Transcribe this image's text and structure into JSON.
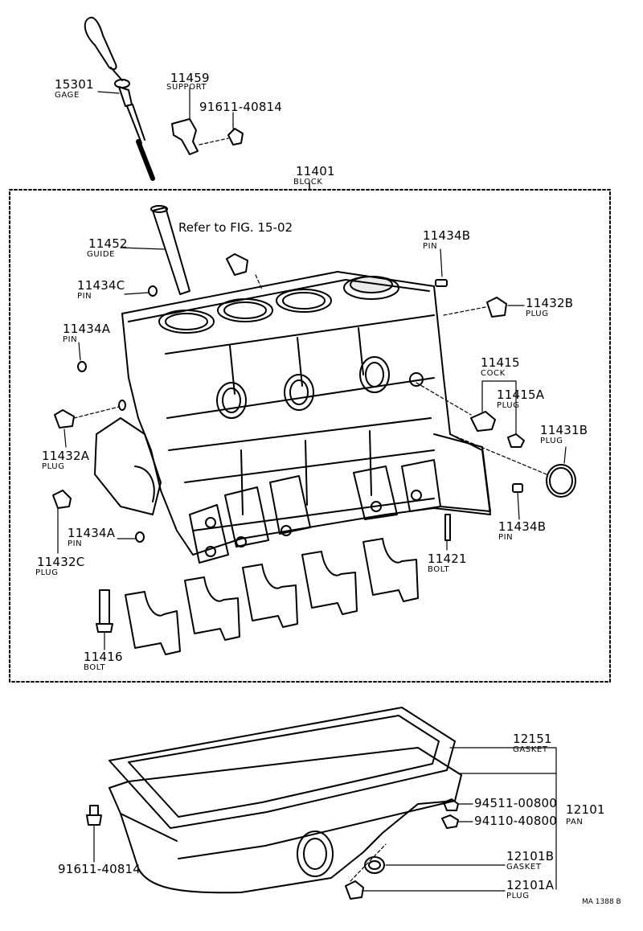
{
  "diagram": {
    "refer_note": "Refer to FIG. 15-02",
    "drawing_code": "MA 1388 B",
    "parts": {
      "gage": {
        "number": "15301",
        "name": "GAGE"
      },
      "support": {
        "number": "11459",
        "name": "SUPPORT"
      },
      "support_bolt": {
        "number": "91611-40814"
      },
      "block": {
        "number": "11401",
        "name": "BLOCK"
      },
      "guide": {
        "number": "11452",
        "name": "GUIDE"
      },
      "pin_b_top": {
        "number": "11434B",
        "name": "PIN"
      },
      "pin_c": {
        "number": "11434C",
        "name": "PIN"
      },
      "plug_b": {
        "number": "11432B",
        "name": "PLUG"
      },
      "pin_a_left": {
        "number": "11434A",
        "name": "PIN"
      },
      "cock": {
        "number": "11415",
        "name": "COCK"
      },
      "plug_cock": {
        "number": "11415A",
        "name": "PLUG"
      },
      "plug_a": {
        "number": "11432A",
        "name": "PLUG"
      },
      "plug_rear": {
        "number": "11431B",
        "name": "PLUG"
      },
      "pin_a_lower": {
        "number": "11434A",
        "name": "PIN"
      },
      "pin_b_right": {
        "number": "11434B",
        "name": "PIN"
      },
      "plug_c": {
        "number": "11432C",
        "name": "PLUG"
      },
      "bolt_main": {
        "number": "11421",
        "name": "BOLT"
      },
      "bolt_cap": {
        "number": "11416",
        "name": "BOLT"
      },
      "pan_gasket": {
        "number": "12151",
        "name": "GASKET"
      },
      "pan": {
        "number": "12101",
        "name": "PAN"
      },
      "pan_part_1": {
        "number": "94511-00800"
      },
      "pan_part_2": {
        "number": "94110-40800"
      },
      "drain_gasket": {
        "number": "12101B",
        "name": "GASKET"
      },
      "drain_plug": {
        "number": "12101A",
        "name": "PLUG"
      },
      "pan_bolt": {
        "number": "91611-40814"
      }
    }
  }
}
